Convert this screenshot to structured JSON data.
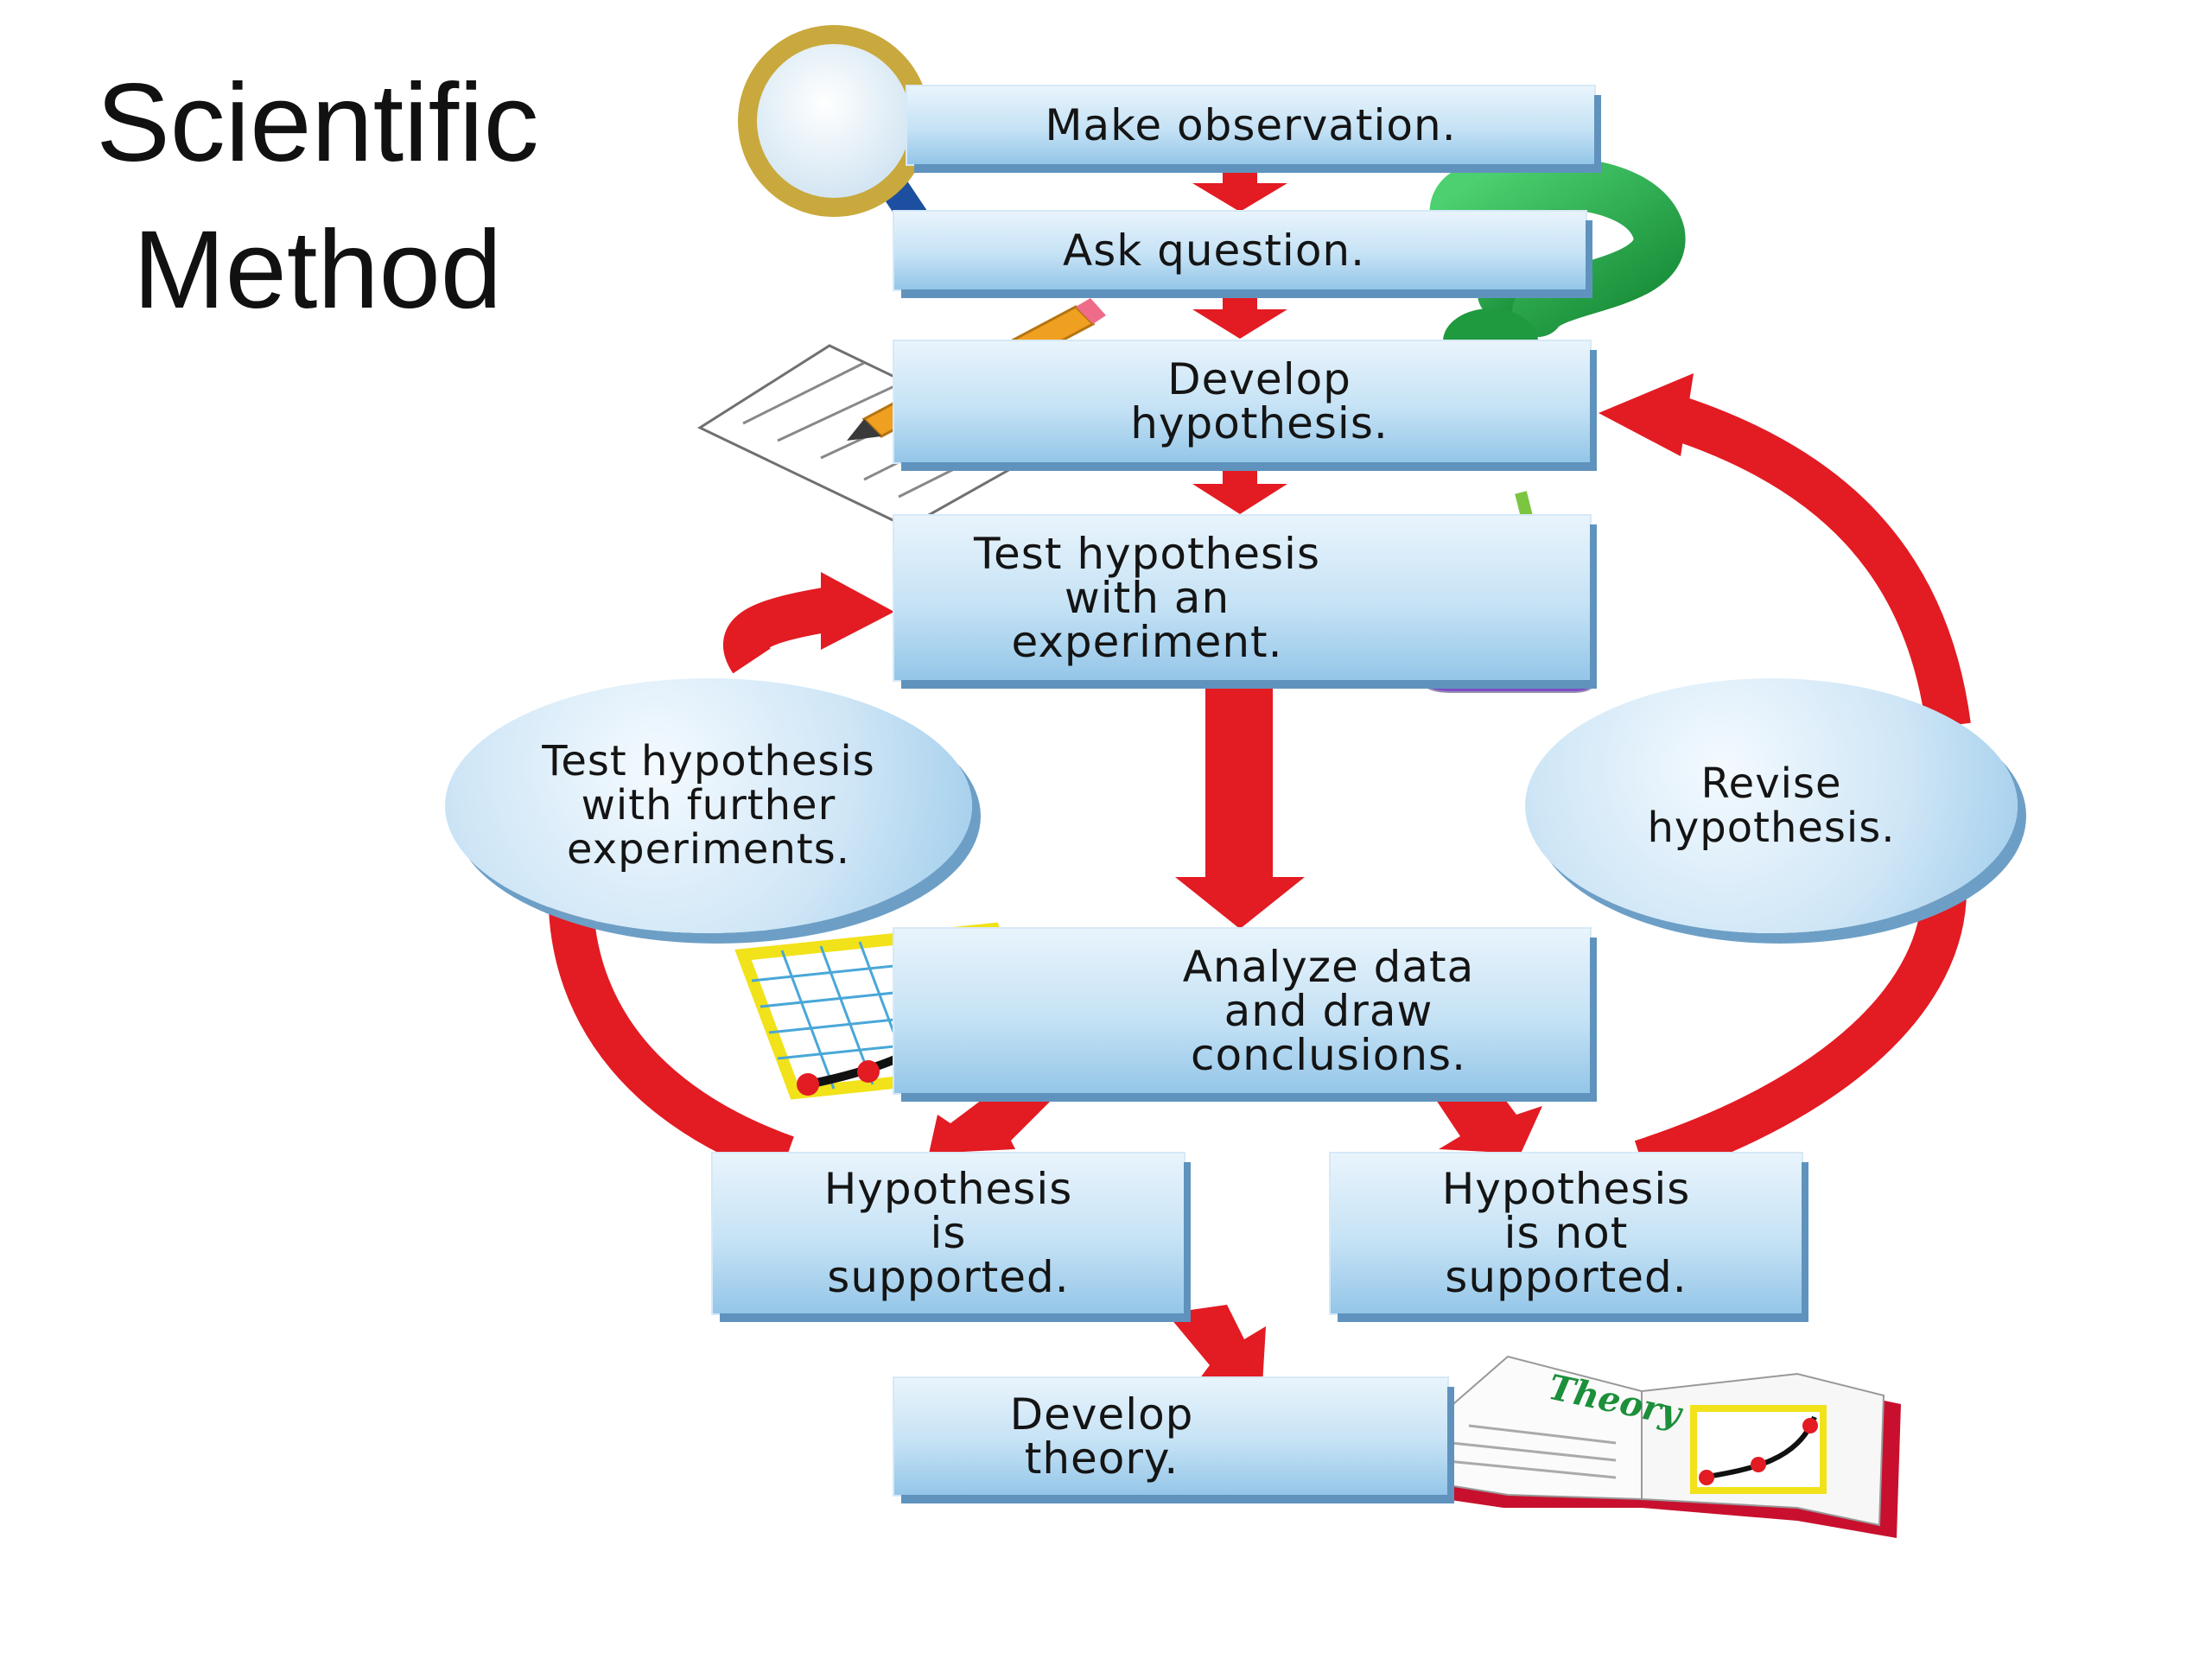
{
  "title": {
    "line1": "Scientific",
    "line2": "Method"
  },
  "steps": {
    "make_observation": "Make observation.",
    "ask_question": "Ask question.",
    "develop_hypothesis": "Develop\nhypothesis.",
    "test_hypothesis": "Test hypothesis\nwith an\nexperiment.",
    "test_further": "Test hypothesis\nwith further\nexperiments.",
    "revise_hypothesis": "Revise\nhypothesis.",
    "analyze_data": "Analyze data\nand draw\nconclusions.",
    "supported": "Hypothesis\nis\nsupported.",
    "not_supported": "Hypothesis\nis not\nsupported.",
    "develop_theory": "Develop\ntheory."
  },
  "book_label": "Theory",
  "colors": {
    "arrow": "#e31b23",
    "box_top": "#e9f4fc",
    "box_bottom": "#94c6e8",
    "box_shadow": "#5f93bd",
    "question_mark": "#22a040",
    "flask_liquid": "#7a4fc0",
    "pencil": "#f0a020",
    "graph_dot": "#e31b23",
    "book_cover": "#c8102e"
  }
}
